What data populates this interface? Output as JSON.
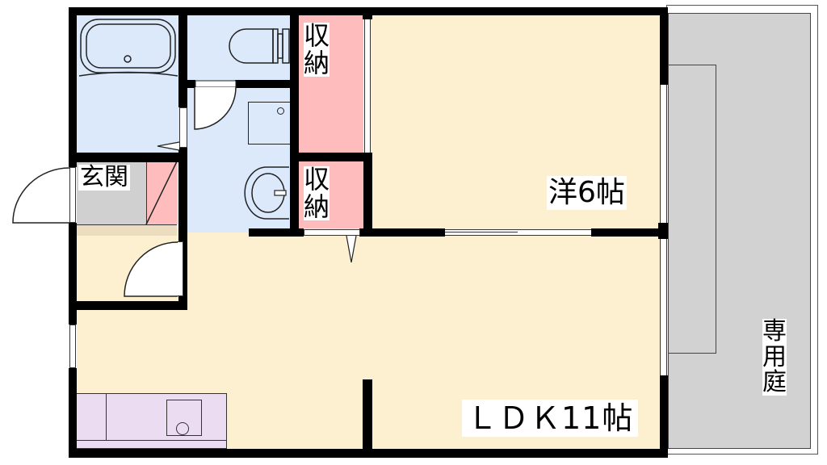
{
  "rooms": {
    "bath": {
      "color": "#dbe9fb"
    },
    "toilet": {
      "color": "#dbe9fb"
    },
    "washroom": {
      "color": "#dbe9fb"
    },
    "storage_upper": {
      "label": "収納",
      "color": "#ffbcbc"
    },
    "storage_lower": {
      "label": "収納",
      "color": "#ffbcbc"
    },
    "entrance": {
      "label": "玄関",
      "color": "#d0d0d0"
    },
    "shoe_closet": {
      "color": "#ffbcbc"
    },
    "western_room": {
      "label": "洋6帖",
      "color": "#fdf0d0"
    },
    "ldk": {
      "label": "ＬＤＫ11帖",
      "color": "#fdf0d0"
    },
    "kitchen_counter": {
      "color": "#ecdcf2"
    },
    "private_garden": {
      "label": "専用庭",
      "color": "#d2d2d2"
    }
  },
  "colors": {
    "wall": "#000000",
    "floor": "#fdf0d0",
    "wet_area": "#dbe9fb",
    "storage": "#ffbcbc",
    "garden": "#d2d2d2"
  }
}
